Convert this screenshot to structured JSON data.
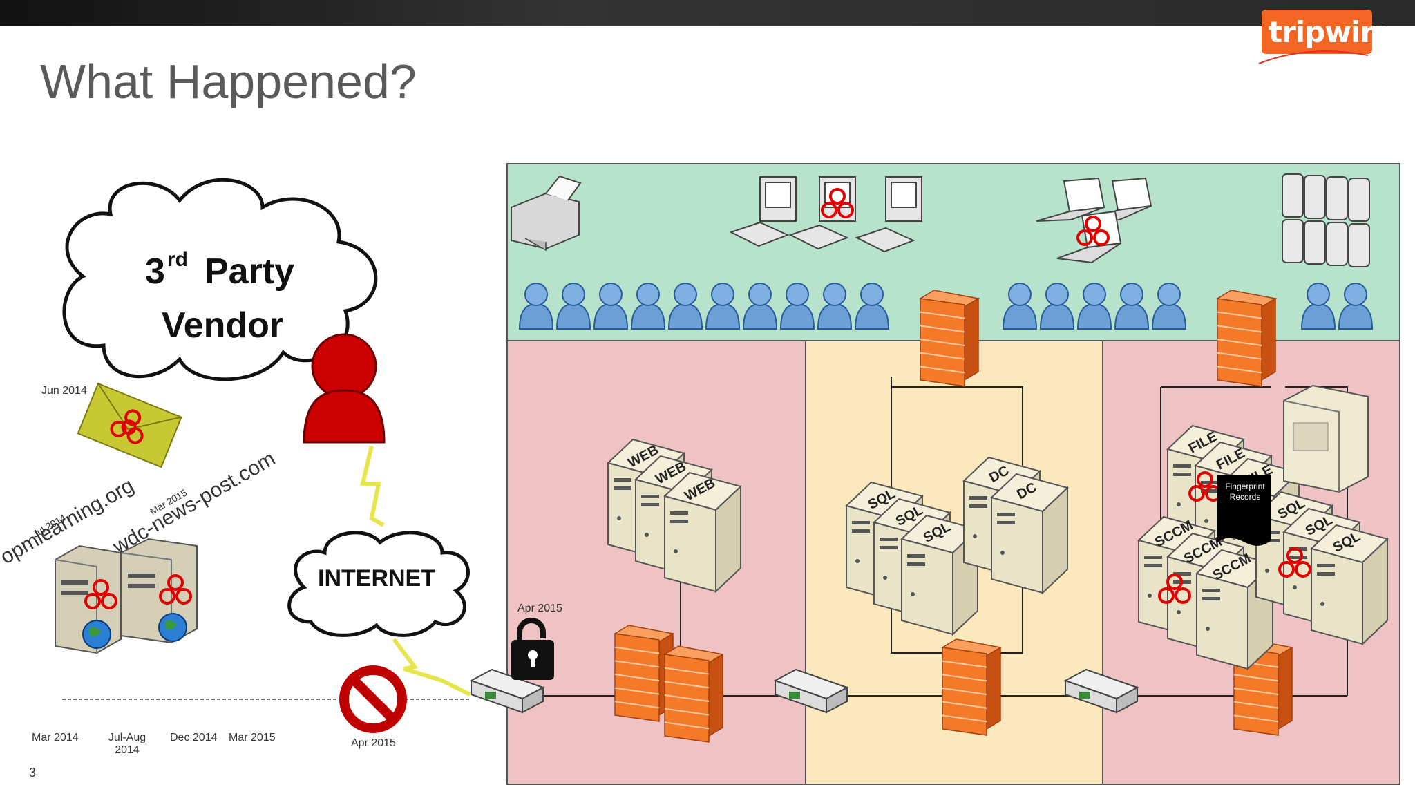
{
  "slide": {
    "title": "What Happened?",
    "page_number": "3"
  },
  "logo": {
    "text": "tripwire",
    "brand_color": "#f26522"
  },
  "vendor": {
    "title_line1": "3",
    "title_sup": "rd",
    "title_word": "Party",
    "title_line2": "Vendor"
  },
  "internet": {
    "label": "INTERNET"
  },
  "phish": {
    "date": "Jun 2014"
  },
  "domains": [
    {
      "name": "opmlearning.org",
      "date": "Jul 2014"
    },
    {
      "name": "wdc-news-post.com",
      "date": "Mar 2015"
    }
  ],
  "timeline": {
    "marks": [
      {
        "label": "Mar 2014"
      },
      {
        "label": "Jul-Aug\n2014"
      },
      {
        "label": "Dec 2014"
      },
      {
        "label": "Mar 2015"
      },
      {
        "label": "Apr 2015"
      }
    ]
  },
  "lock": {
    "date": "Apr 2015"
  },
  "fingerprint": {
    "label": "Fingerprint\nRecords"
  },
  "servers": {
    "web": [
      "WEB",
      "WEB",
      "WEB"
    ],
    "sql_mid": [
      "SQL",
      "SQL",
      "SQL"
    ],
    "dc": [
      "DC",
      "DC"
    ],
    "file": [
      "FILE",
      "FILE",
      "FILE"
    ],
    "sccm": [
      "SCCM",
      "SCCM",
      "SCCM"
    ],
    "sql_right": [
      "SQL",
      "SQL",
      "SQL"
    ]
  },
  "colors": {
    "user_zone": "#b7e2cc",
    "dmz_zone": "#efc3c4",
    "sql_zone": "#fbe9bd",
    "secure_zone": "#efc3c4",
    "threat": "#e00000",
    "firewall": "#f47a2a"
  }
}
